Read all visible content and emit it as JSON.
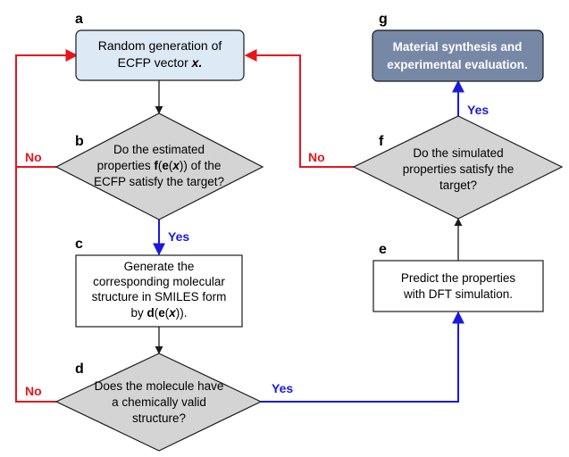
{
  "steps": {
    "a": {
      "letter": "a",
      "line1": "Random generation  of",
      "line2_text": "ECFP vector ",
      "line2_var": "x."
    },
    "b": {
      "letter": "b",
      "line1": "Do the estimated",
      "line2_pre": "properties ",
      "line2_f": "f",
      "line2_open": "(",
      "line2_e": "e",
      "line2_open2": "(",
      "line2_x": "x",
      "line2_close": ")) of the",
      "line3": "ECFP satisfy the target?"
    },
    "c": {
      "letter": "c",
      "line1": "Generate the",
      "line2": "corresponding molecular",
      "line3": "structure in SMILES form",
      "line4_pre": "by ",
      "line4_d": "d",
      "line4_open": "(",
      "line4_e": "e",
      "line4_open2": "(",
      "line4_x": "x",
      "line4_close": "))."
    },
    "d": {
      "letter": "d",
      "line1": "Does the molecule have",
      "line2": "a chemically valid",
      "line3": "structure?"
    },
    "e": {
      "letter": "e",
      "line1": "Predict the properties",
      "line2": "with DFT simulation."
    },
    "f": {
      "letter": "f",
      "line1": "Do the simulated",
      "line2": "properties satisfy the",
      "line3": "target?"
    },
    "g": {
      "letter": "g",
      "line1": "Material synthesis and",
      "line2": "experimental evaluation."
    }
  },
  "edge_labels": {
    "b_yes": "Yes",
    "b_no": "No",
    "d_yes": "Yes",
    "d_no": "No",
    "f_yes": "Yes",
    "f_no": "No"
  },
  "colors": {
    "yes_arrow": "#1a1adb",
    "no_arrow": "#e8141c",
    "start_box_fill": "#dde9f5",
    "end_box_fill": "#7688a6",
    "diamond_fill": "#d4d4d4",
    "stroke": "#1a1a1a"
  }
}
